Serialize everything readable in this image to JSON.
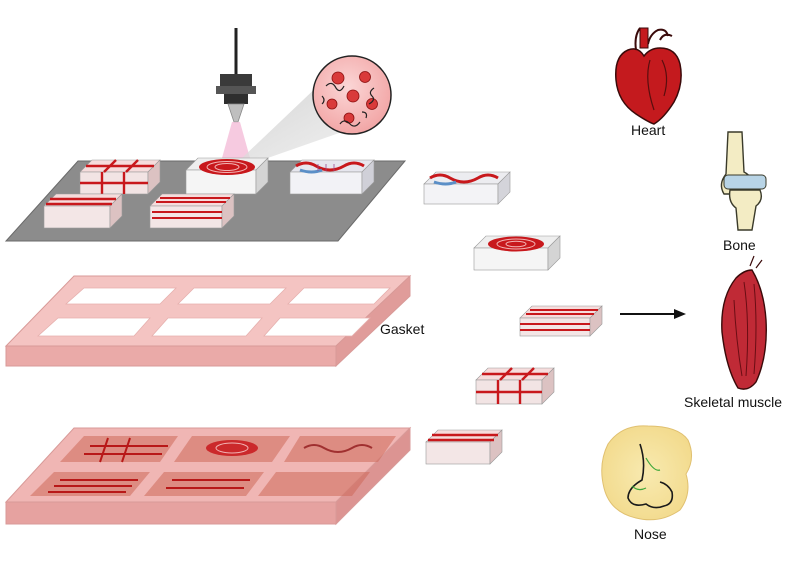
{
  "labels": {
    "gasket": "Gasket",
    "heart": "Heart",
    "bone": "Bone",
    "skeletal_muscle": "Skeletal muscle",
    "nose": "Nose"
  },
  "colors": {
    "platform": "#8c8c8c",
    "tissue_red": "#c8181c",
    "gasket_pink": "#f2b9b7",
    "nose_yellow": "#f5e39a",
    "bone_ivory": "#f3ecc4",
    "cartilage_blue": "#b8d4e6"
  },
  "icons": [
    "bioprinter-nozzle-icon",
    "cell-magnifier-icon",
    "heart-icon",
    "bone-icon",
    "skeletal-muscle-icon",
    "nose-icon",
    "arrow-right-icon"
  ]
}
